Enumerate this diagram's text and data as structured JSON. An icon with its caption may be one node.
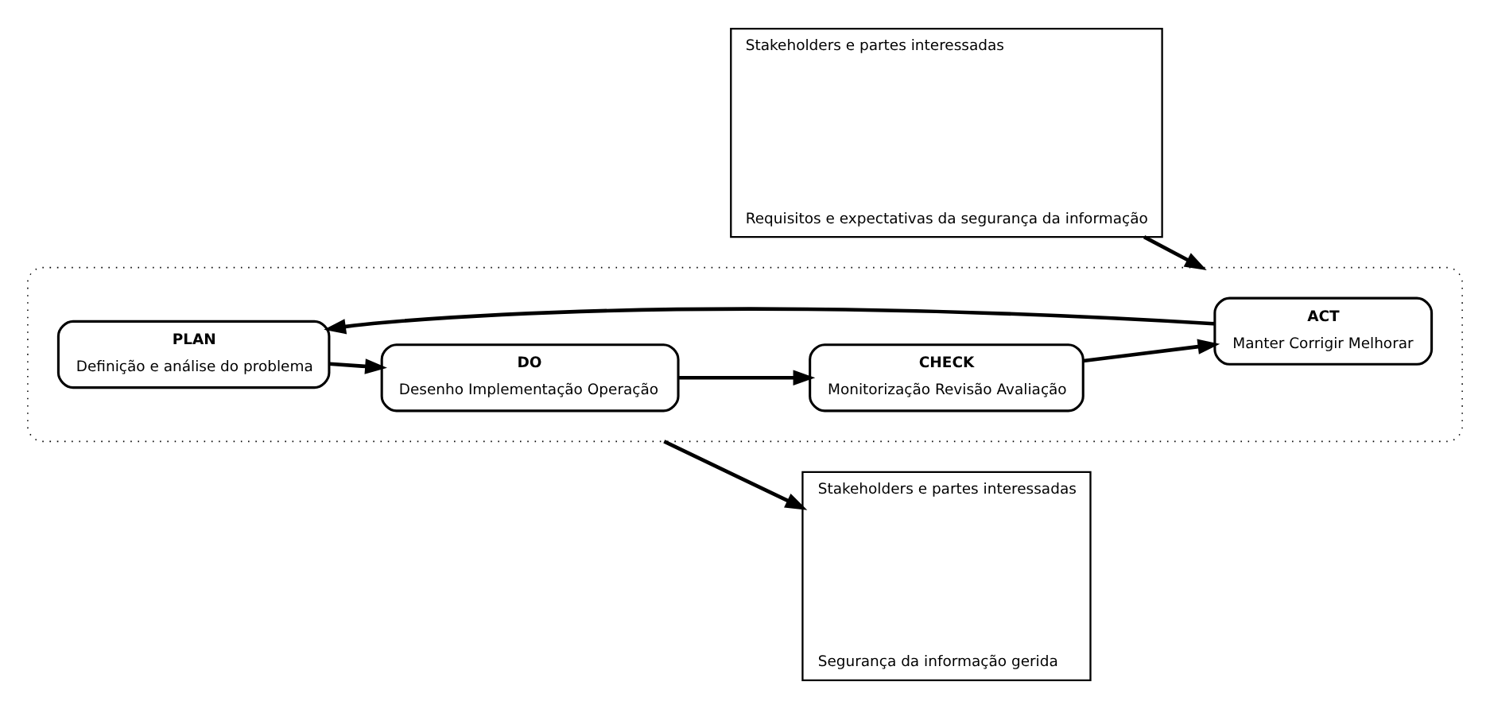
{
  "diagram": {
    "nodes": [
      {
        "text": [
          "Stakeholders e partes interessadas",
          "Requisitos e expectativas da segurança da informação"
        ]
      },
      {
        "text": [],
        "shape": "ellipse"
      },
      {
        "text": [
          "PLAN",
          "Definição e análise do problema"
        ],
        "in": 1
      },
      {
        "text": [
          "DO",
          "Desenho Implementação Operação"
        ],
        "in": 1
      },
      {
        "text": [
          "CHECK",
          "Monitorização Revisão Avaliação"
        ],
        "in": 1
      },
      {
        "text": [
          "ACT",
          "Manter Corrigir Melhorar"
        ],
        "in": 1
      },
      {
        "text": [
          "Stakeholders e partes interessadas",
          "Segurança da informação gerida"
        ]
      }
    ],
    "edges": [
      {
        "from": 0,
        "to": 1,
        "arrow": "to"
      },
      {
        "from": 2,
        "to": 3,
        "arrow": "to"
      },
      {
        "from": 3,
        "to": 4,
        "arrow": "to"
      },
      {
        "from": 4,
        "to": 5,
        "arrow": "to"
      },
      {
        "from": 5,
        "to": 2,
        "arrow": "to"
      },
      {
        "from": 1,
        "to": 6,
        "arrow": "to"
      }
    ]
  }
}
